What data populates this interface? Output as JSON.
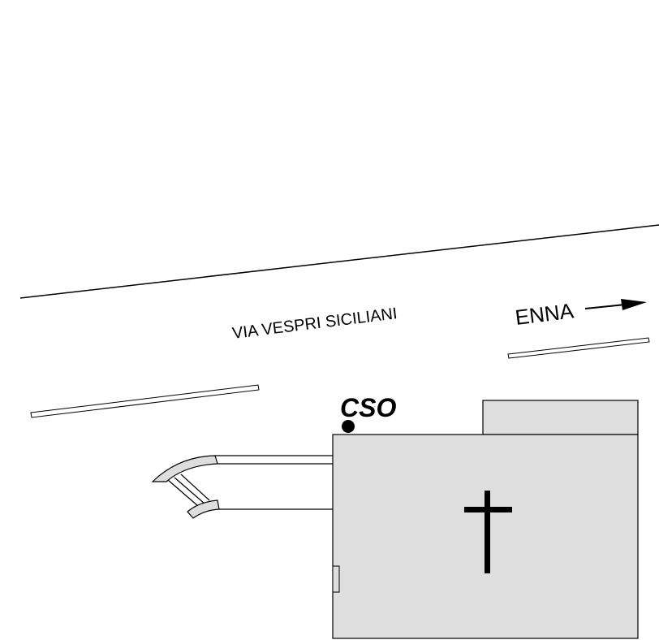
{
  "map": {
    "street_name": "VIA VESPRI SICILIANI",
    "direction_label": "ENNA",
    "marker_label": "CSO",
    "colors": {
      "building_fill": "#dedede",
      "stroke": "#000000",
      "background": "#ffffff"
    },
    "icons": {
      "cross": "church-cross-icon",
      "arrow": "direction-arrow-icon",
      "marker": "point-marker-icon"
    }
  }
}
